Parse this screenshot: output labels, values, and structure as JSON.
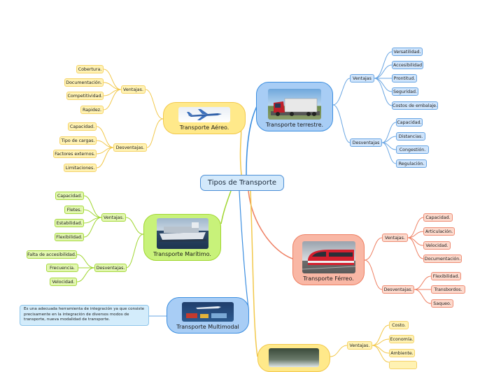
{
  "center": "Tipos de Transporte",
  "aereo": {
    "title": "Transporte Aéreo.",
    "ventajas": "Ventajas.",
    "ventajas_items": [
      "Cobertura.",
      "Documentación.",
      "Competitividad.",
      "Rapidez."
    ],
    "desventajas": "Desventajas.",
    "desventajas_items": [
      "Capacidad.",
      "Tipo de cargas.",
      "Factores externos.",
      "Limitaciones."
    ]
  },
  "terrestre": {
    "title": "Transporte terrestre.",
    "ventajas": "Ventajas",
    "ventajas_items": [
      "Versatilidad.",
      "Accesibilidad",
      "Prontitud.",
      "Seguridad.",
      "Costos de embalaje."
    ],
    "desventajas": "Desventajas",
    "desventajas_items": [
      "Capacidad.",
      "Distancias.",
      "Congestión.",
      "Regulación."
    ]
  },
  "maritimo": {
    "title": "Transporte Marítimo.",
    "ventajas": "Ventajas.",
    "ventajas_items": [
      "Capacidad.",
      "Fletes.",
      "Estabilidad.",
      "Flexibilidad."
    ],
    "desventajas": "Desventajas.",
    "desventajas_items": [
      "Falta de accesibilidad.",
      "Frecuencia.",
      "Velocidad."
    ]
  },
  "ferreo": {
    "title": "Transporte Férreo.",
    "ventajas": "Ventajas.",
    "ventajas_items": [
      "Capacidad.",
      "Articulación.",
      "Velocidad.",
      "Documentación."
    ],
    "desventajas": "Desventajas.",
    "desventajas_items": [
      "Flexibilidad.",
      "Transbordos.",
      "Saqueo."
    ]
  },
  "multimodal": {
    "title": "Transporte Multimodal",
    "note": "Es una adecuada herramienta de integración ya que consiste precisamente en la integración de diversos modos de transporte, nueva modalidad de transporte."
  },
  "fluvial": {
    "ventajas": "Ventajas.",
    "ventajas_items": [
      "Costo.",
      "Economía.",
      "Ambiente."
    ]
  },
  "colors": {
    "yellow": "#ffe98a",
    "green": "#c8f27a",
    "blue": "#a8cdf5",
    "red": "#f9b7a5",
    "center": "#d3e9fb"
  }
}
